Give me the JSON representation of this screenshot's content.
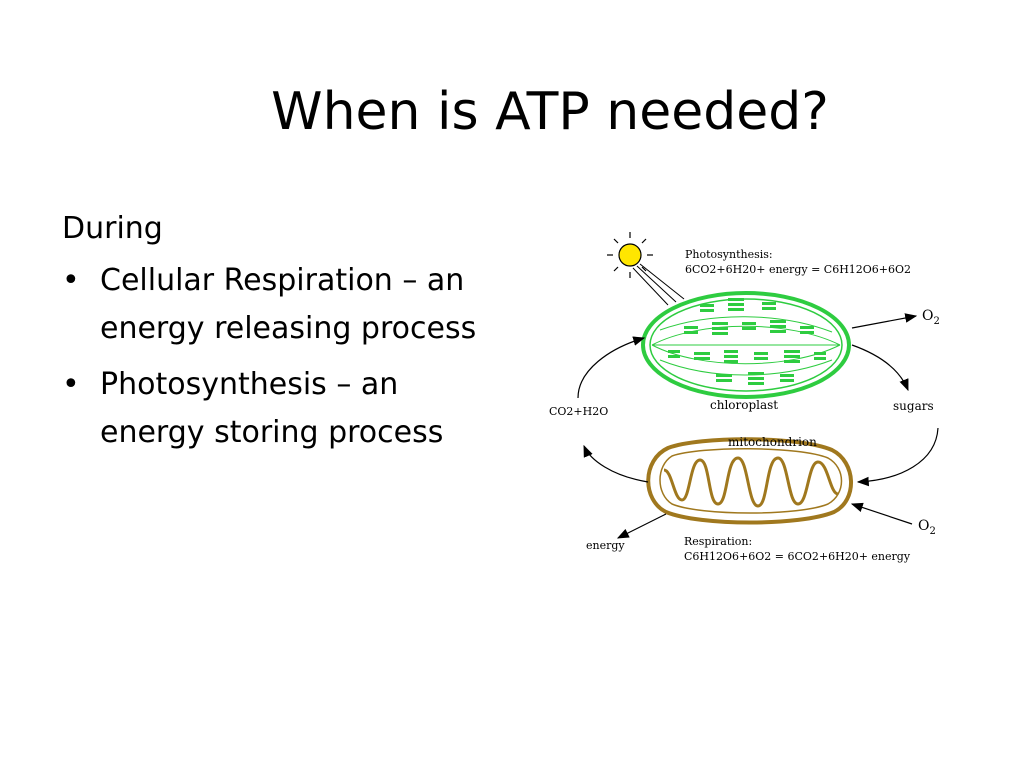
{
  "slide": {
    "title": "When is ATP needed?",
    "intro": "During",
    "bullets": [
      "Cellular Respiration – an energy releasing process",
      "Photosynthesis – an energy storing process"
    ]
  },
  "diagram": {
    "photosynthesis_label": "Photosynthesis:",
    "photosynthesis_equation": "6CO2+6H20+ energy = C6H12O6+6O2",
    "chloroplast_label": "chloroplast",
    "mitochondrion_label": "mitochondrion",
    "respiration_label": "Respiration:",
    "respiration_equation": "C6H12O6+6O2 = 6CO2+6H20+ energy",
    "co2_h2o_label": "CO2+H2O",
    "sugars_label": "sugars",
    "energy_label": "energy",
    "o2_top_label": "O",
    "o2_top_sub": "2",
    "o2_bottom_label": "O",
    "o2_bottom_sub": "2",
    "colors": {
      "chloroplast": "#2ecc40",
      "mitochondrion": "#a0781e",
      "sun": "#ffe600"
    }
  }
}
